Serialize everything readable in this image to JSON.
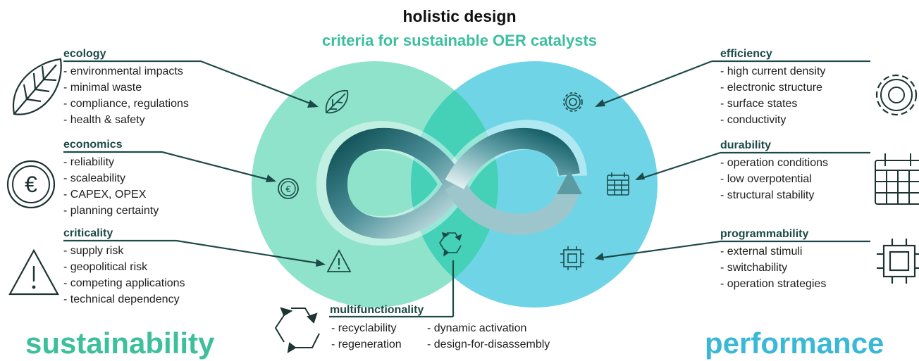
{
  "header": {
    "title": "holistic design",
    "subtitle": "criteria for sustainable OER catalysts"
  },
  "sustainability": {
    "label": "sustainability",
    "color": "#3dbf9c",
    "ecology": {
      "title": "ecology",
      "items": [
        "environmental impacts",
        "minimal waste",
        "compliance, regulations",
        "health & safety"
      ]
    },
    "economics": {
      "title": "economics",
      "items": [
        "reliability",
        "scaleability",
        "CAPEX, OPEX",
        "planning certainty"
      ]
    },
    "criticality": {
      "title": "criticality",
      "items": [
        "supply risk",
        "geopolitical risk",
        "competing applications",
        "technical dependency"
      ]
    }
  },
  "performance": {
    "label": "performance",
    "color": "#3ab8d6",
    "efficiency": {
      "title": "efficiency",
      "items": [
        "high current density",
        "electronic structure",
        "surface states",
        "conductivity"
      ]
    },
    "durability": {
      "title": "durability",
      "items": [
        "operation conditions",
        "low overpotential",
        "structural stability"
      ]
    },
    "programmability": {
      "title": "programmability",
      "items": [
        "external stimuli",
        "switchability",
        "operation strategies"
      ]
    }
  },
  "multifunctionality": {
    "title": "multifunctionality",
    "col1": [
      "recyclability",
      "regeneration"
    ],
    "col2": [
      "dynamic activation",
      "design-for-disassembly"
    ]
  },
  "icons": {
    "ecology": "leaf-icon",
    "economics": "euro-coin-icon",
    "criticality": "warning-icon",
    "efficiency": "gear-icon",
    "durability": "calendar-icon",
    "programmability": "chip-icon",
    "multifunctionality": "recycle-icon"
  },
  "colors": {
    "left_circle": "#8fe3cb",
    "right_circle": "#6fd5e6",
    "overlap": "#3fd0b2",
    "lines": "#1d4a48"
  }
}
